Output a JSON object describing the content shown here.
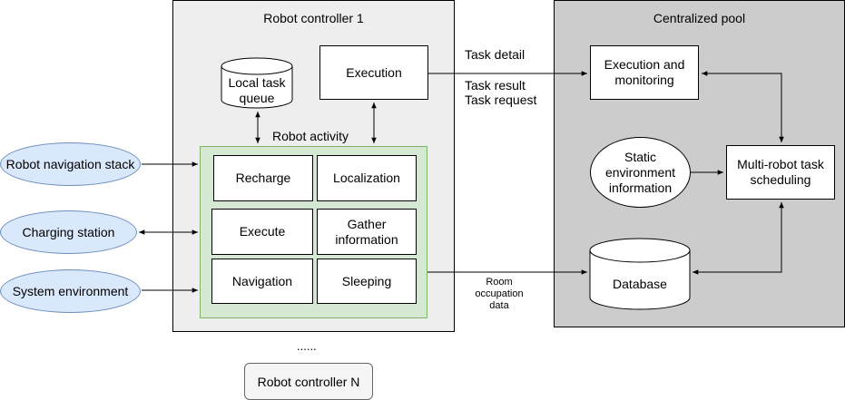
{
  "controller": {
    "title": "Robot controller 1",
    "local_task_queue": "Local task queue",
    "execution": "Execution",
    "activity_label": "Robot activity",
    "activities": {
      "recharge": "Recharge",
      "localization": "Localization",
      "execute": "Execute",
      "gather_information": "Gather information",
      "navigation": "Navigation",
      "sleeping": "Sleeping"
    }
  },
  "pool": {
    "title": "Centralized pool",
    "execution_monitoring": "Execution and monitoring",
    "static_env": "Static environment information",
    "scheduling": "Multi-robot task scheduling",
    "database": "Database"
  },
  "external": {
    "nav_stack": "Robot navigation stack",
    "charging_station": "Charging station",
    "system_environment": "System environment"
  },
  "edges": {
    "task_detail": "Task detail",
    "task_result": "Task result",
    "task_request": "Task request",
    "room_occupation_data": "Room occupation data"
  },
  "ellipsis": "......",
  "controller_n": "Robot controller N"
}
